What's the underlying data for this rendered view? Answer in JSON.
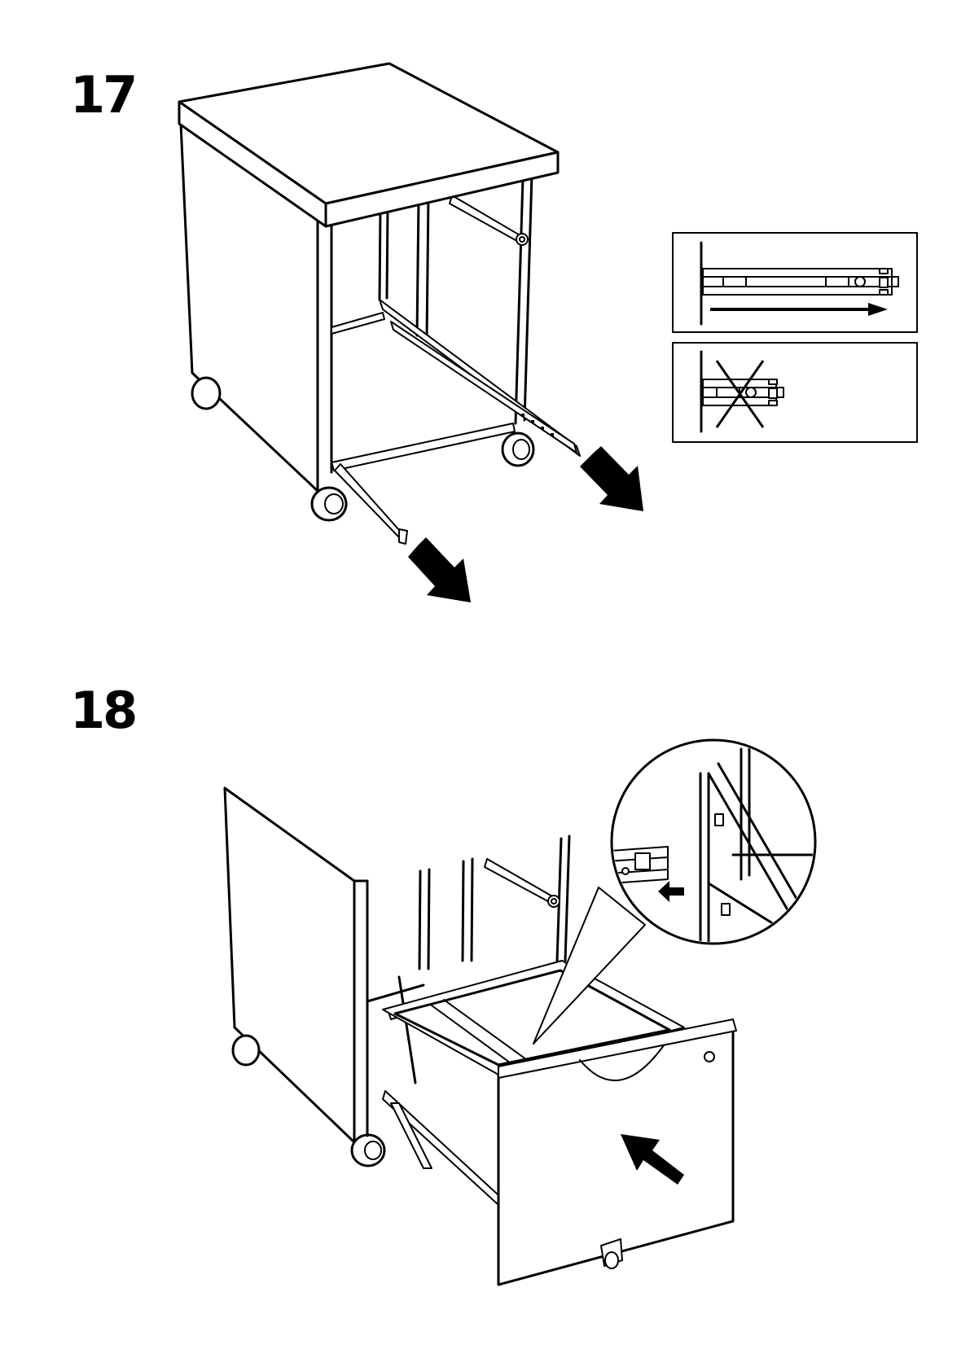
{
  "steps": [
    {
      "number": "17",
      "illustration": "slide-out-drawer-runners"
    },
    {
      "number": "18",
      "illustration": "insert-drawer"
    }
  ],
  "details": {
    "correct": "runner-fully-extended-arrow-icon",
    "incorrect": "runner-crossed-out-icon"
  }
}
